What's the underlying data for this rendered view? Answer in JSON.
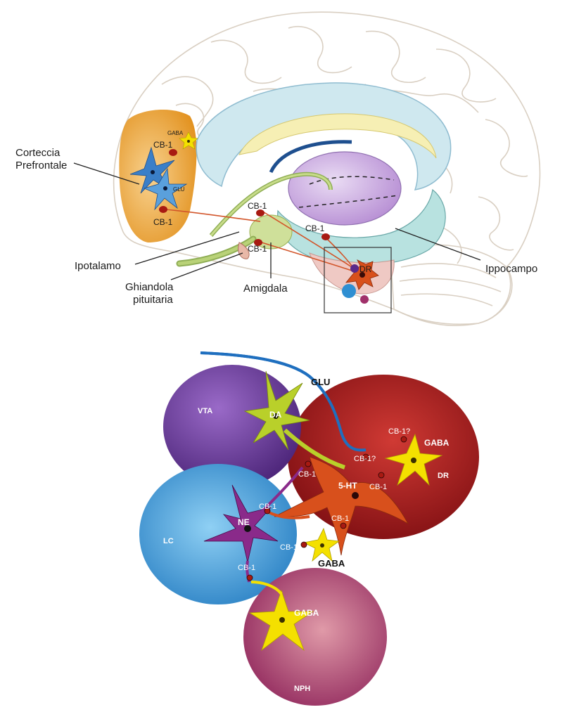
{
  "top_diagram": {
    "region_labels": {
      "prefrontal_cortex": [
        "Corteccia",
        "Prefrontale"
      ],
      "hypothalamus": "Ipotalamo",
      "pituitary": [
        "Ghiandola",
        "pituitaria"
      ],
      "amygdala": "Amigdala",
      "hippocampus": "Ippocampo",
      "dorsal_raphe": "DR"
    },
    "receptor_labels": {
      "prefrontal_upper": "CB-1",
      "prefrontal_lower": "CB-1",
      "hypothalamus_upper": "CB-1",
      "hypothalamus_lower": "CB-1",
      "hippocampus": "CB-1"
    },
    "neuron_labels": {
      "gaba": "GABA",
      "glu": "GLU"
    }
  },
  "bottom_diagram": {
    "nuclei": {
      "vta": "VTA",
      "dr": "DR",
      "lc": "LC",
      "nph": "NPH"
    },
    "neurons": {
      "da": "DA",
      "serotonin": "5-HT",
      "ne": "NE",
      "gaba_dr": "GABA",
      "gaba_lc": "GABA",
      "gaba_nph": "GABA",
      "glu": "GLU"
    },
    "receptors": {
      "dr_gaba": "CB-1?",
      "dr_glu": "CB-1?",
      "dr_left": "CB-1",
      "dr_right": "CB-1",
      "ne_upper": "CB-1",
      "serotonin_lower": "CB-1",
      "lc_gaba": "CB-1",
      "nph_input": "CB-1"
    }
  },
  "colors": {
    "vta": "#6a3c9a",
    "dr": "#a8161a",
    "lc": "#3a9ed8",
    "nph": "#a8406a",
    "prefrontal": "#e8a02c",
    "gaba_neuron": "#f4e000",
    "glu_fiber": "#1f6fbf",
    "da_neuron": "#b9d02a",
    "serotonin_neuron": "#d8501c",
    "ne_neuron": "#8a2a8a"
  }
}
